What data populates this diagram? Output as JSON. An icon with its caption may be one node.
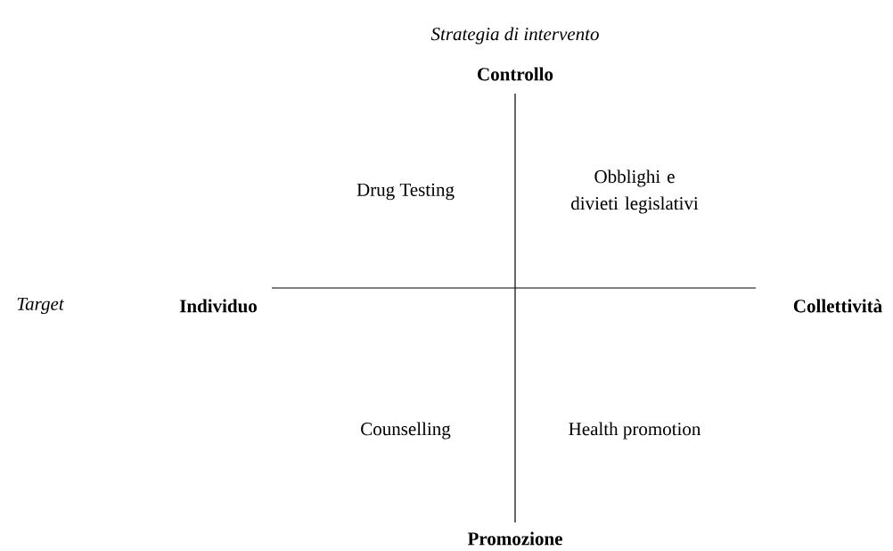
{
  "diagram": {
    "labels": [
      "Strategia di intervento",
      "Controllo",
      "Drug Testing",
      "Obblighi e divieti legislativi",
      "Target",
      "Individuo",
      "Collettività",
      "Counselling",
      "Health promotion",
      "Promozione"
    ]
  }
}
